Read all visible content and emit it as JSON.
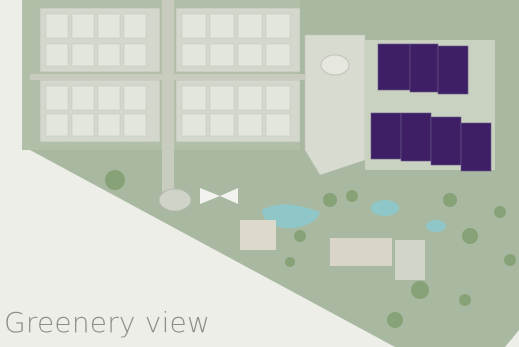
{
  "caption": "Greenery view",
  "colors": {
    "highlight": "#3e1f66",
    "land": "#a9b8a1",
    "building": "#d3d7cc",
    "water": "#8fc6c8",
    "background": "#eceee7"
  },
  "icons": {
    "highlight-blocks": "purple-rectangles",
    "trees": "green-circles"
  }
}
